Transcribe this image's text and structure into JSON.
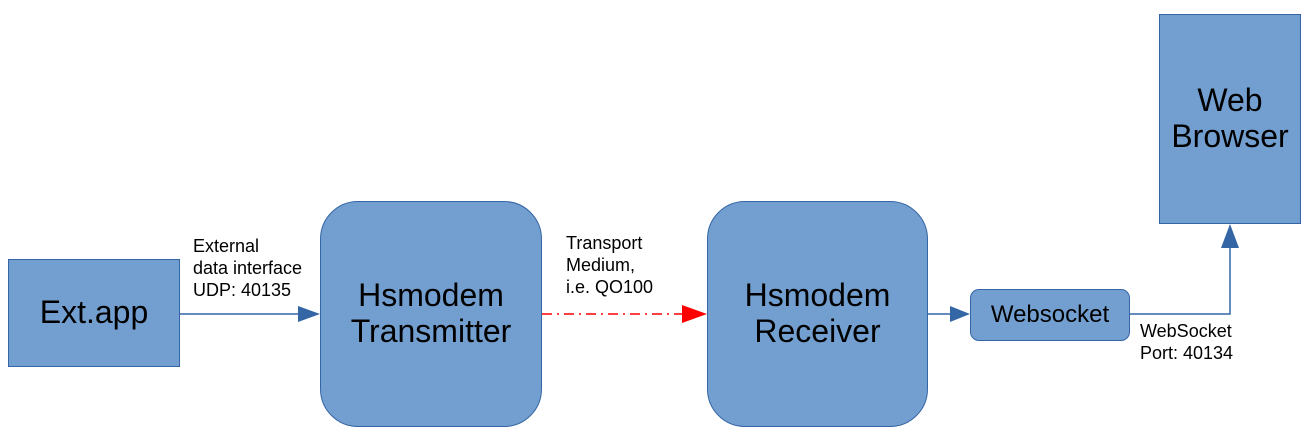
{
  "nodes": {
    "ext_app": {
      "label": "Ext.app"
    },
    "transmitter": {
      "line1": "Hsmodem",
      "line2": "Transmitter"
    },
    "receiver": {
      "line1": "Hsmodem",
      "line2": "Receiver"
    },
    "websocket": {
      "label": "Websocket"
    },
    "browser": {
      "line1": "Web",
      "line2": "Browser"
    }
  },
  "edges": {
    "ext_to_tx": {
      "line1": "External",
      "line2": "data interface",
      "line3": "UDP: 40135"
    },
    "tx_to_rx": {
      "line1": "Transport",
      "line2": "Medium,",
      "line3": "i.e. QO100"
    },
    "ws_to_browser": {
      "line1": "WebSocket",
      "line2": "Port: 40134"
    }
  },
  "colors": {
    "box_fill": "#729fcf",
    "box_border": "#3465a4",
    "line": "#3465a4",
    "transport_line": "#ff0000"
  }
}
